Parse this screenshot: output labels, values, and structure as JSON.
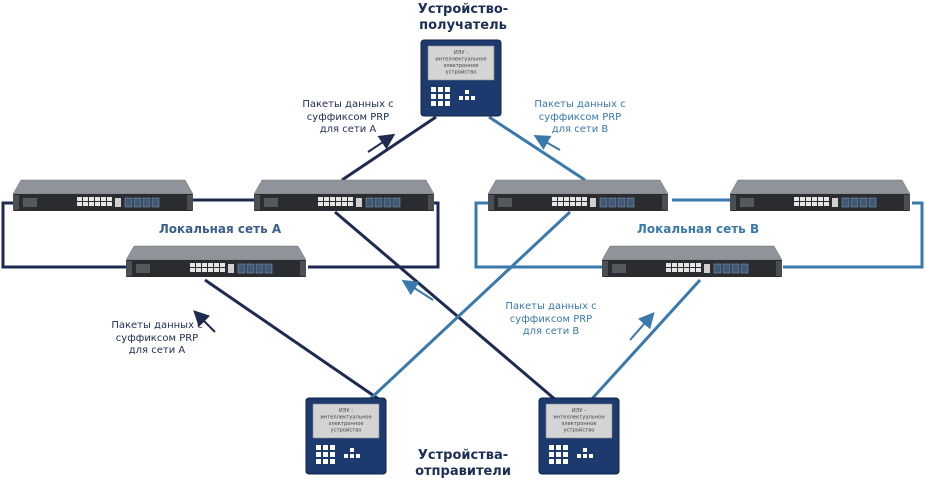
{
  "colors": {
    "network_a": "#1f2a50",
    "network_b": "#3a79ab",
    "device_body": "#1d3a6e",
    "screen_bg": "#d4d4d4",
    "switch_top": "#8e9499",
    "switch_front": "#2a2c2f"
  },
  "titles": {
    "receiver_line1": "Устройство-",
    "receiver_line2": "получатель",
    "senders_line1": "Устройства-",
    "senders_line2": "отправители"
  },
  "networks": {
    "a_label": "Локальная сеть А",
    "b_label": "Локальная сеть В"
  },
  "notes": {
    "top_a": [
      "Пакеты данных с",
      "суффиксом PRP",
      "для сети А"
    ],
    "top_b": [
      "Пакеты данных с",
      "суффиксом PRP",
      "для сети В"
    ],
    "mid_b": [
      "Пакеты данных с",
      "суффиксом PRP",
      "для сети В"
    ],
    "left_a": [
      "Пакеты данных с",
      "суффиксом PRP",
      "для сети А"
    ]
  },
  "device_screen": [
    "ИЭУ -",
    "интеллектуальное",
    "электронное",
    "устройство"
  ]
}
